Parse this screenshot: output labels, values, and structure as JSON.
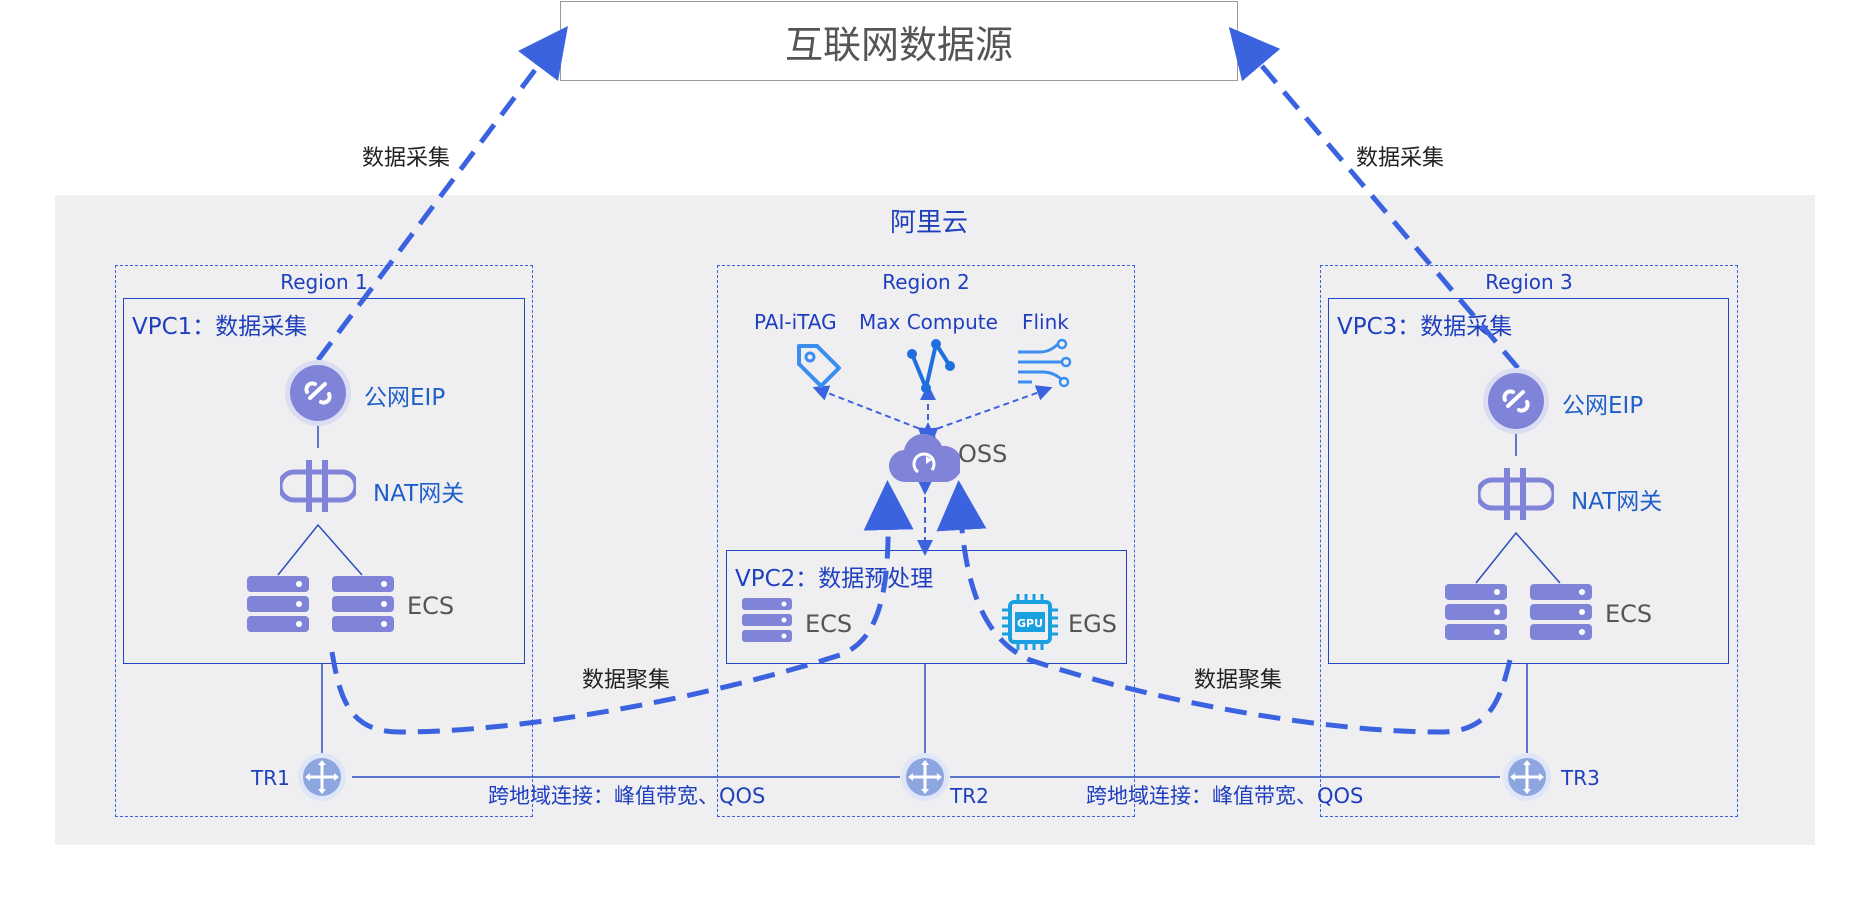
{
  "source_box": {
    "label": "互联网数据源"
  },
  "cloud": {
    "label": "阿里云"
  },
  "edge_labels": {
    "collect_left": "数据采集",
    "collect_right": "数据采集",
    "aggregate_left": "数据聚集",
    "aggregate_right": "数据聚集"
  },
  "regions": [
    {
      "label": "Region 1",
      "vpc": "VPC1：数据采集",
      "eip": "公网EIP",
      "nat": "NAT网关",
      "ecs": "ECS",
      "tr": "TR1"
    },
    {
      "label": "Region 2",
      "vpc": "VPC2：数据预处理",
      "ecs": "ECS",
      "egs": "EGS",
      "tr": "TR2",
      "oss": "OSS",
      "services": {
        "pai": "PAI-iTAG",
        "maxcompute": "Max Compute",
        "flink": "Flink"
      }
    },
    {
      "label": "Region 3",
      "vpc": "VPC3：数据采集",
      "eip": "公网EIP",
      "nat": "NAT网关",
      "ecs": "ECS",
      "tr": "TR3"
    }
  ],
  "links": {
    "cross_left": "跨地域连接：峰值带宽、QOS",
    "cross_right": "跨地域连接：峰值带宽、QOS"
  },
  "icon_names": [
    "eip-icon",
    "nat-gateway-icon",
    "server-icon",
    "router-icon",
    "tag-icon",
    "maxcompute-icon",
    "flink-icon",
    "oss-cloud-icon",
    "gpu-chip-icon"
  ],
  "colors": {
    "accent_blue": "#3b63e0",
    "label_blue": "#1f3fbf",
    "icon_purple": "#7f84d8",
    "gpu_blue": "#1aa0e0"
  }
}
